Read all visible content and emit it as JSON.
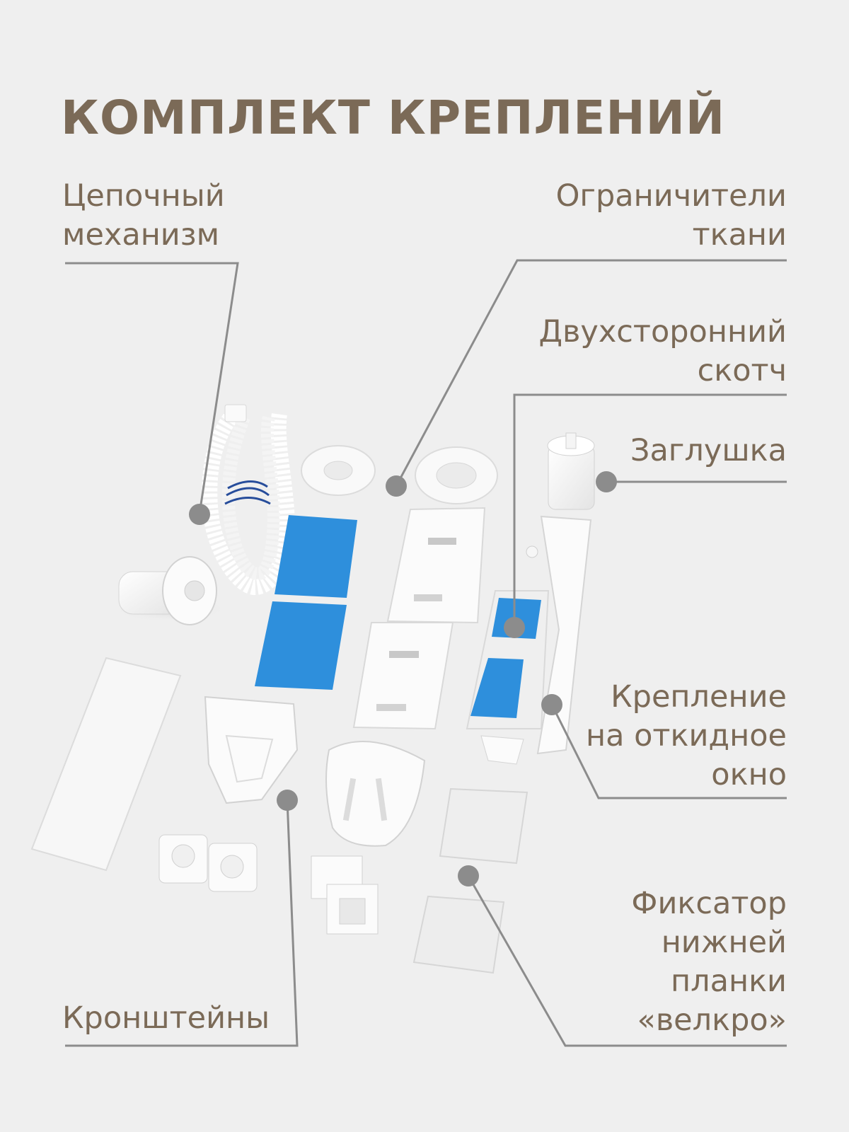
{
  "title": "КОМПЛЕКТ КРЕПЛЕНИЙ",
  "labels": {
    "chain_mechanism": [
      "Цепочный",
      "механизм"
    ],
    "fabric_limiters": [
      "Ограничители",
      "ткани"
    ],
    "double_sided_tape": [
      "Двухсторонний",
      "скотч"
    ],
    "end_cap": [
      "Заглушка"
    ],
    "tilt_window_mount": [
      "Крепление",
      "на откидное",
      "окно"
    ],
    "brackets": [
      "Кронштейны"
    ],
    "velcro_bottom_bar_fixer": [
      "Фиксатор",
      "нижней",
      "планки",
      "«велкро»"
    ]
  },
  "colors": {
    "background": "#efefef",
    "text": "#7b6a57",
    "leader_line": "#8c8c8c",
    "tape_blue": "#2e8fdc",
    "part_white": "#fbfbfb"
  }
}
